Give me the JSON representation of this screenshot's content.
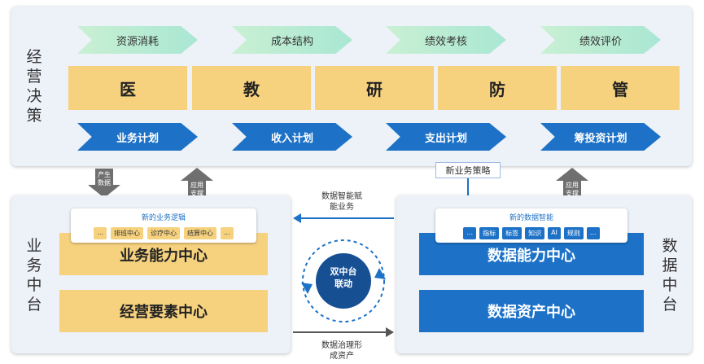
{
  "top": {
    "side_label": "经营决策",
    "chevrons_top": [
      "资源消耗",
      "成本结构",
      "绩效考核",
      "绩效评价"
    ],
    "boxes": [
      "医",
      "教",
      "研",
      "防",
      "管"
    ],
    "chevrons_bottom": [
      "业务计划",
      "收入计划",
      "支出计划",
      "筹投资计划"
    ]
  },
  "arrows": {
    "produce_data": "产生数据",
    "support_left": "应用支撑",
    "support_right": "应用支撑",
    "new_strategy": "新业务策略"
  },
  "center": {
    "top_text": "数据智能赋能业务",
    "bottom_text": "数据治理形成资产",
    "circle_label": "双中台联动"
  },
  "left": {
    "side_label": "业务中台",
    "logic_title": "新的业务逻辑",
    "logic_chips": [
      "...",
      "排班中心",
      "诊疗中心",
      "结算中心",
      "..."
    ],
    "box1": "业务能力中心",
    "box2": "经营要素中心"
  },
  "right": {
    "side_label": "数据中台",
    "intel_title": "新的数据智能",
    "intel_chips": [
      "...",
      "指标",
      "标签",
      "知识",
      "AI",
      "规则",
      "..."
    ],
    "box1": "数据能力中心",
    "box2": "数据资产中心"
  },
  "colors": {
    "blue": "#1d72c7",
    "yellow": "#f6d27f",
    "panel": "#edf1f8",
    "gray": "#6f6f6f"
  }
}
